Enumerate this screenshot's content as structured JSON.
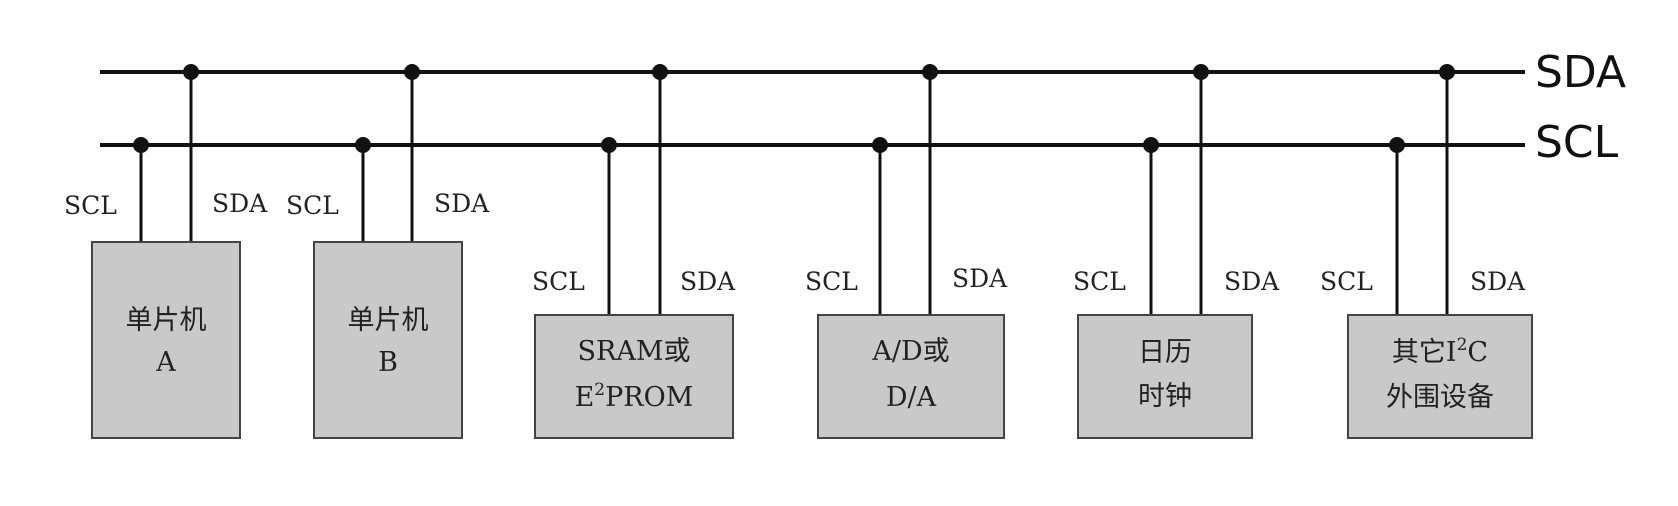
{
  "bus": {
    "sda_label": "SDA",
    "scl_label": "SCL"
  },
  "pin_labels": {
    "scl": "SCL",
    "sda": "SDA"
  },
  "devices": [
    {
      "id": "mcu-a",
      "lines": [
        "单片机",
        "A"
      ]
    },
    {
      "id": "mcu-b",
      "lines": [
        "单片机",
        "B"
      ]
    },
    {
      "id": "memory",
      "lines": [
        "SRAM或",
        "E",
        "2",
        "PROM"
      ]
    },
    {
      "id": "adda",
      "lines": [
        "A/D或",
        "D/A"
      ]
    },
    {
      "id": "rtc",
      "lines": [
        "日历",
        "时钟"
      ]
    },
    {
      "id": "other",
      "lines": [
        "其它I",
        "2",
        "C",
        "外围设备"
      ]
    }
  ],
  "colors": {
    "line": "#111111",
    "box_fill": "#c9c9c9",
    "box_stroke": "#444444",
    "text": "#222222"
  }
}
